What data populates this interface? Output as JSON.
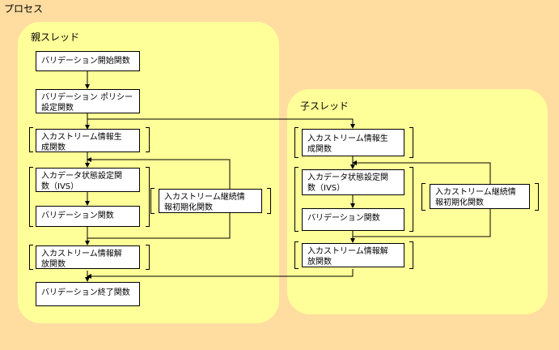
{
  "process_label": "プロセス",
  "parent": {
    "title": "親スレッド",
    "boxes": {
      "b1": "バリデーション開始関数",
      "b2a": "バリデーション ポリシー",
      "b2b": "設定関数",
      "b3a": "入カストリーム情報生",
      "b3b": "成関数",
      "b4a": "入カデータ状態設定関",
      "b4b": "数（IVS）",
      "b5": "バリデーション関数",
      "b6a": "入カストリーム情報解",
      "b6b": "放関数",
      "b7": "バリデーション終了関数",
      "side_a": "入カストリーム継続情",
      "side_b": "報初期化関数"
    }
  },
  "child": {
    "title": "子スレッド",
    "boxes": {
      "c1a": "入カストリーム情報生",
      "c1b": "成関数",
      "c2a": "入カデータ状態設定関",
      "c2b": "数（IVS）",
      "c3": "バリデーション関数",
      "c4a": "入カストリーム情報解",
      "c4b": "放関数",
      "side_a": "入カストリーム継続情",
      "side_b": "報初期化関数"
    }
  }
}
